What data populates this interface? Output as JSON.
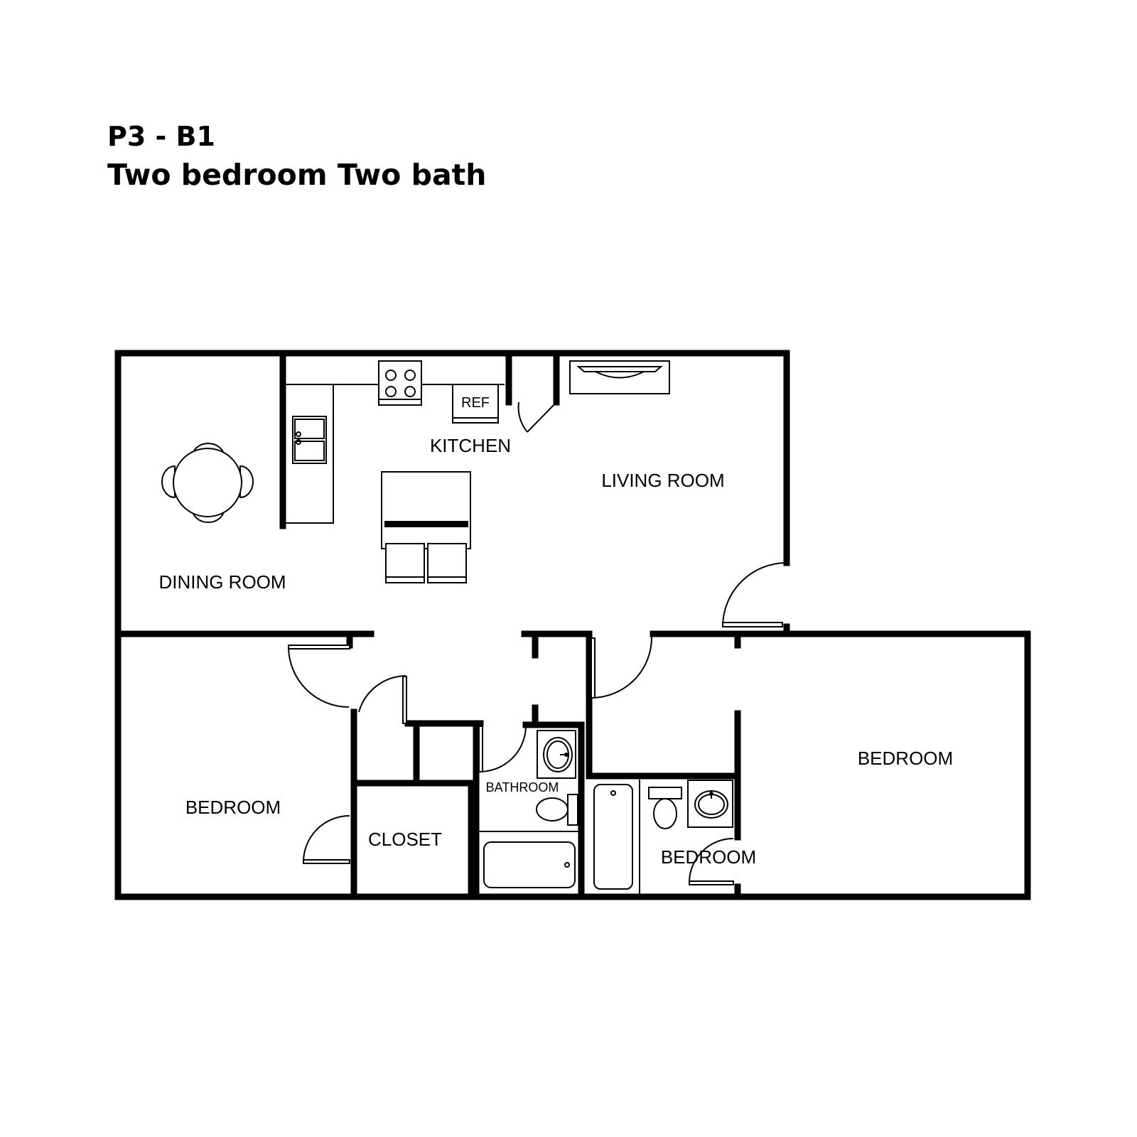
{
  "plan": {
    "code": "P3 - B1",
    "description": "Two bedroom Two bath"
  },
  "rooms": {
    "kitchen": "KITCHEN",
    "living_room": "LIVING ROOM",
    "dining_room": "DINING ROOM",
    "bedroom_left": "BEDROOM",
    "closet": "CLOSET",
    "bathroom": "BATHROOM",
    "bedroom_right": "BEDROOM",
    "bedroom_middle": "BEDROOM"
  },
  "fixtures": {
    "refrigerator": "REF"
  }
}
